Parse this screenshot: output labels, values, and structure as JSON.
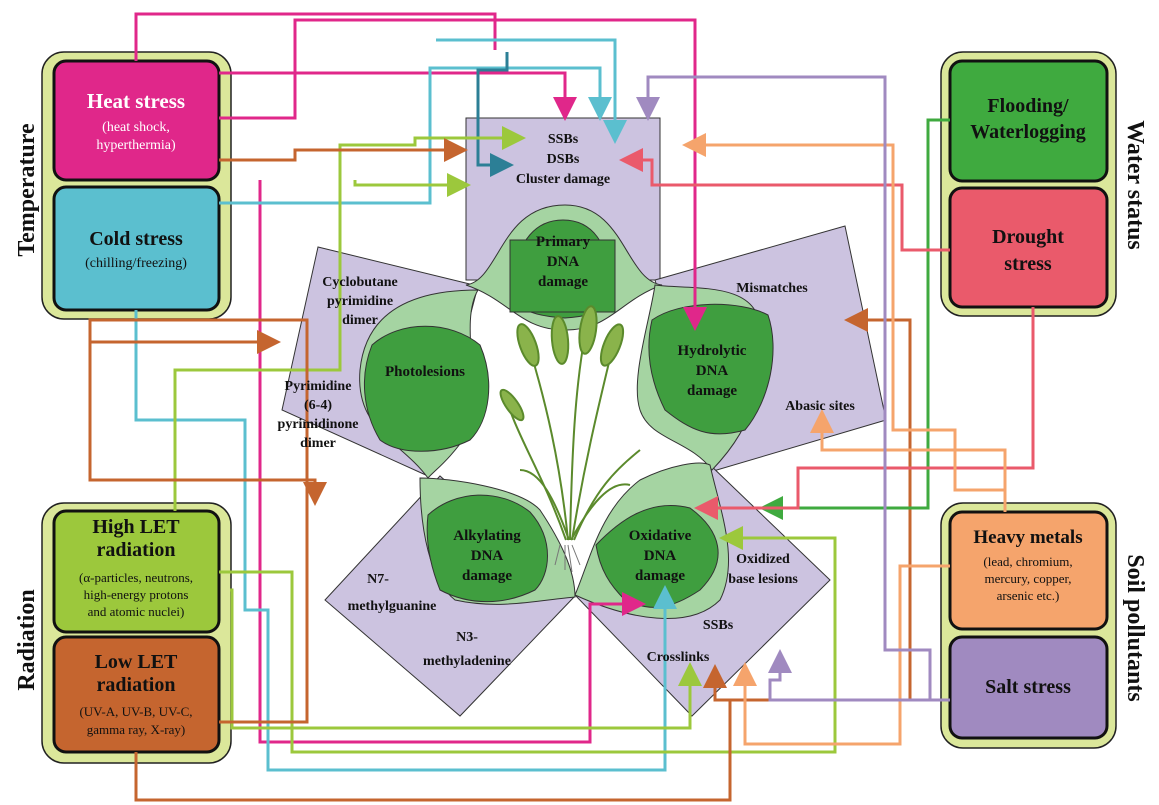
{
  "groups": {
    "temperature": "Temperature",
    "radiation": "Radiation",
    "water_status": "Water status",
    "soil_pollutants": "Soil pollutants"
  },
  "stressors": {
    "heat": {
      "title": "Heat stress",
      "sub1": "(heat shock,",
      "sub2": "hyperthermia)",
      "color": "#e0278a"
    },
    "cold": {
      "title": "Cold stress",
      "sub1": "(chilling/freezing)",
      "color": "#5bbfcf"
    },
    "high_let": {
      "title1": "High LET",
      "title2": "radiation",
      "sub1": "(α-particles, neutrons,",
      "sub2": "high-energy protons",
      "sub3": "and atomic nuclei)",
      "color": "#9cc83c"
    },
    "low_let": {
      "title1": "Low LET",
      "title2": "radiation",
      "sub1": "(UV-A, UV-B, UV-C,",
      "sub2": "gamma ray, X-ray)",
      "color": "#c5652f"
    },
    "flooding": {
      "title1": "Flooding/",
      "title2": "Waterlogging",
      "color": "#3faa3f"
    },
    "drought": {
      "title1": "Drought",
      "title2": "stress",
      "color": "#ea5a6b"
    },
    "heavy_metals": {
      "title": "Heavy metals",
      "sub1": "(lead, chromium,",
      "sub2": "mercury, copper,",
      "sub3": "arsenic etc.)",
      "color": "#f5a46c"
    },
    "salt": {
      "title": "Salt stress",
      "color": "#a08ac0"
    }
  },
  "damage": {
    "primary": {
      "l1": "Primary",
      "l2": "DNA",
      "l3": "damage",
      "lesions": [
        "SSBs",
        "DSBs",
        "Cluster damage"
      ]
    },
    "hydrolytic": {
      "l1": "Hydrolytic",
      "l2": "DNA",
      "l3": "damage",
      "lesion1": "Mismatches",
      "lesion2": "Abasic sites"
    },
    "oxidative": {
      "l1": "Oxidative",
      "l2": "DNA",
      "l3": "damage",
      "lesion1a": "Oxidized",
      "lesion1b": "base lesions",
      "lesion2": "SSBs",
      "lesion3": "Crosslinks"
    },
    "alkylating": {
      "l1": "Alkylating",
      "l2": "DNA",
      "l3": "damage",
      "lesion1a": "N7-",
      "lesion1b": "methylguanine",
      "lesion2a": "N3-",
      "lesion2b": "methyladenine"
    },
    "photo": {
      "l1": "Photolesions",
      "lesion1a": "Cyclobutane",
      "lesion1b": "pyrimidine",
      "lesion1c": "dimer",
      "lesion2a": "Pyrimidine",
      "lesion2b": "(6-4)",
      "lesion2c": "pyrimidinone",
      "lesion2d": "dimer"
    }
  },
  "colors": {
    "panel_outer": "#dbe79a",
    "lesion_panel": "#ccc3e0",
    "damage_core": "#3f9e3f",
    "damage_halo": "#a5d4a2",
    "teal_arrow": "#2c7f96"
  }
}
